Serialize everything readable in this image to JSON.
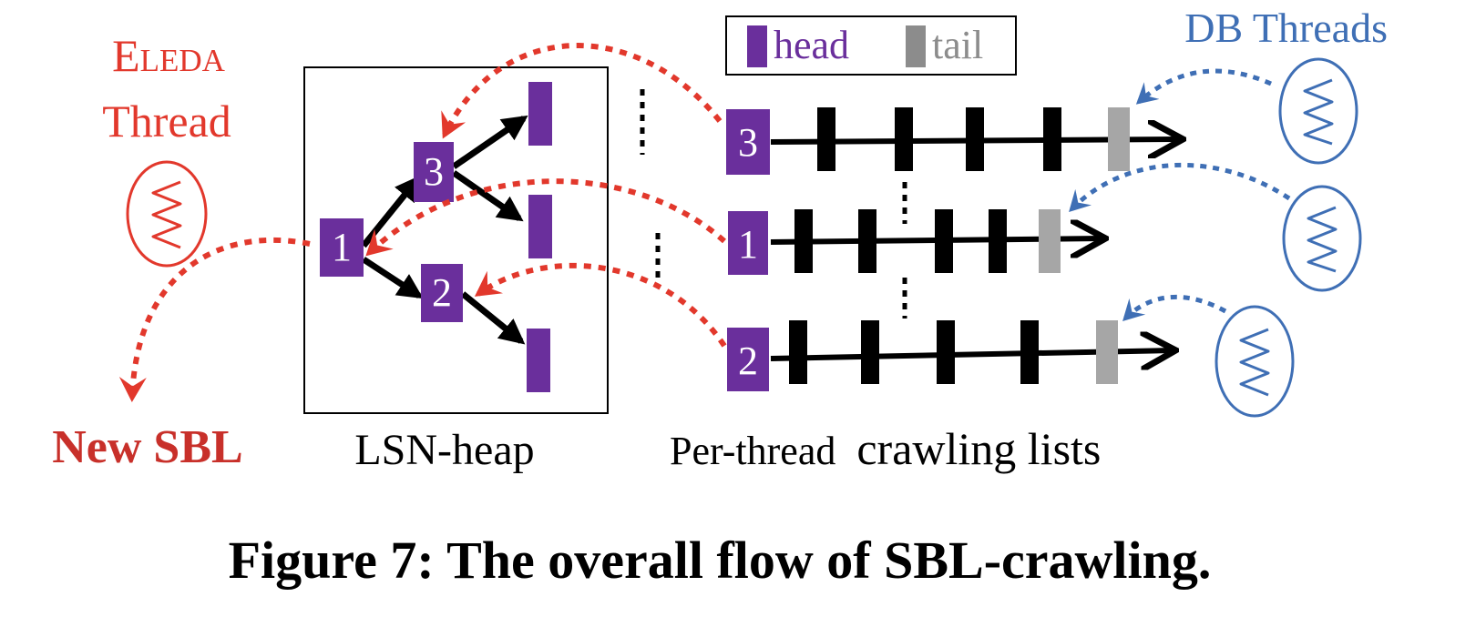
{
  "colors": {
    "head": "#6a2f9c",
    "tail": "#a6a6a6",
    "tail_legend": "#8c8c8c",
    "eleda": "#e2382c",
    "db": "#3f6fb5",
    "ink": "#000000"
  },
  "legend": {
    "head_label": "head",
    "tail_label": "tail"
  },
  "eleda": {
    "title_line1": "Eleda",
    "title_line2": "Thread",
    "icon": "thread-coil-icon"
  },
  "db_threads": {
    "title": "DB Threads",
    "icon": "thread-coil-icon"
  },
  "heap": {
    "label": "LSN-heap",
    "nodes": [
      "1",
      "3",
      "2"
    ]
  },
  "lists": {
    "label_prefix": "Per-thread",
    "label_main": "crawling  lists",
    "heads": [
      "3",
      "1",
      "2"
    ]
  },
  "new_sbl": "New SBL",
  "caption": "Figure 7: The overall flow of SBL-crawling."
}
